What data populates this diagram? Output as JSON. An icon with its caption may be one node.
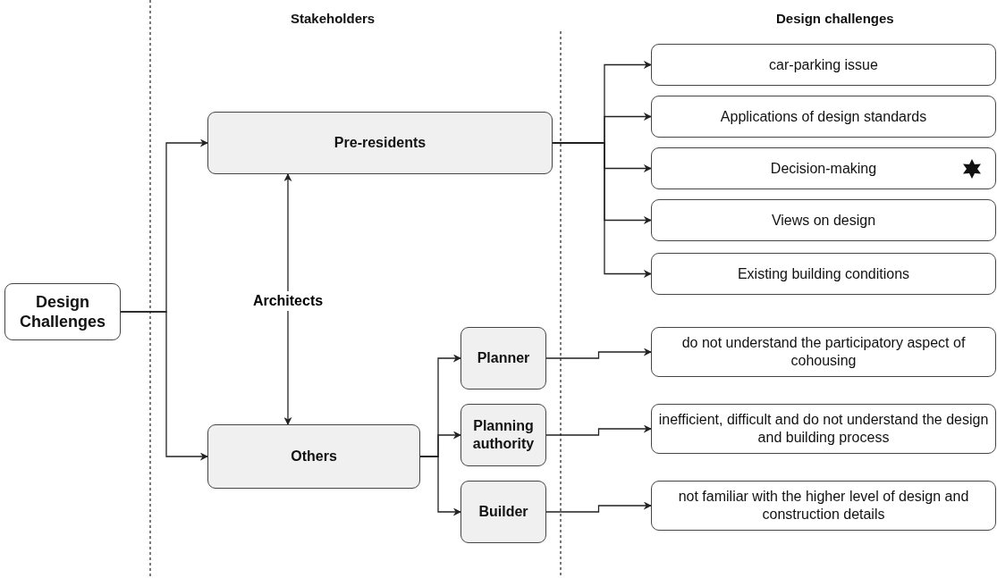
{
  "diagram": {
    "nodes": [
      {
        "text": [
          "Design Challenges"
        ]
      },
      {
        "text": [
          "Pre-residents"
        ]
      },
      {
        "text": [
          "Others"
        ]
      },
      {
        "text": [
          "Planner"
        ]
      },
      {
        "text": [
          "Planning authority"
        ]
      },
      {
        "text": [
          "Builder"
        ]
      },
      {
        "text": [
          "car-parking issue"
        ]
      },
      {
        "text": [
          "Applications of design standards"
        ]
      },
      {
        "text": [
          "Decision-making"
        ]
      },
      {
        "text": [
          "Views on design"
        ]
      },
      {
        "text": [
          "Existing building conditions"
        ]
      },
      {
        "text": [
          "do not understand the participatory aspect of cohousing"
        ]
      },
      {
        "text": [
          "inefficient, difficult and do not understand the design and building process"
        ]
      },
      {
        "text": [
          "not familiar with the higher level of design and construction details"
        ]
      }
    ],
    "edges": [
      {
        "from": 0,
        "to": 1,
        "arrow": "to"
      },
      {
        "from": 0,
        "to": 2,
        "arrow": "to"
      },
      {
        "from": 2,
        "to": 1,
        "arrow": "both",
        "label": "Architects"
      },
      {
        "from": 1,
        "to": 6,
        "arrow": "to"
      },
      {
        "from": 1,
        "to": 7,
        "arrow": "to"
      },
      {
        "from": 1,
        "to": 8,
        "arrow": "to"
      },
      {
        "from": 1,
        "to": 9,
        "arrow": "to"
      },
      {
        "from": 1,
        "to": 10,
        "arrow": "to"
      },
      {
        "from": 2,
        "to": 3,
        "arrow": "to"
      },
      {
        "from": 2,
        "to": 4,
        "arrow": "to"
      },
      {
        "from": 2,
        "to": 5,
        "arrow": "to"
      },
      {
        "from": 3,
        "to": 11,
        "arrow": "to"
      },
      {
        "from": 4,
        "to": 12,
        "arrow": "to"
      },
      {
        "from": 5,
        "to": 13,
        "arrow": "to"
      }
    ],
    "labels": [
      "Stakeholders",
      "Design challenges"
    ]
  }
}
